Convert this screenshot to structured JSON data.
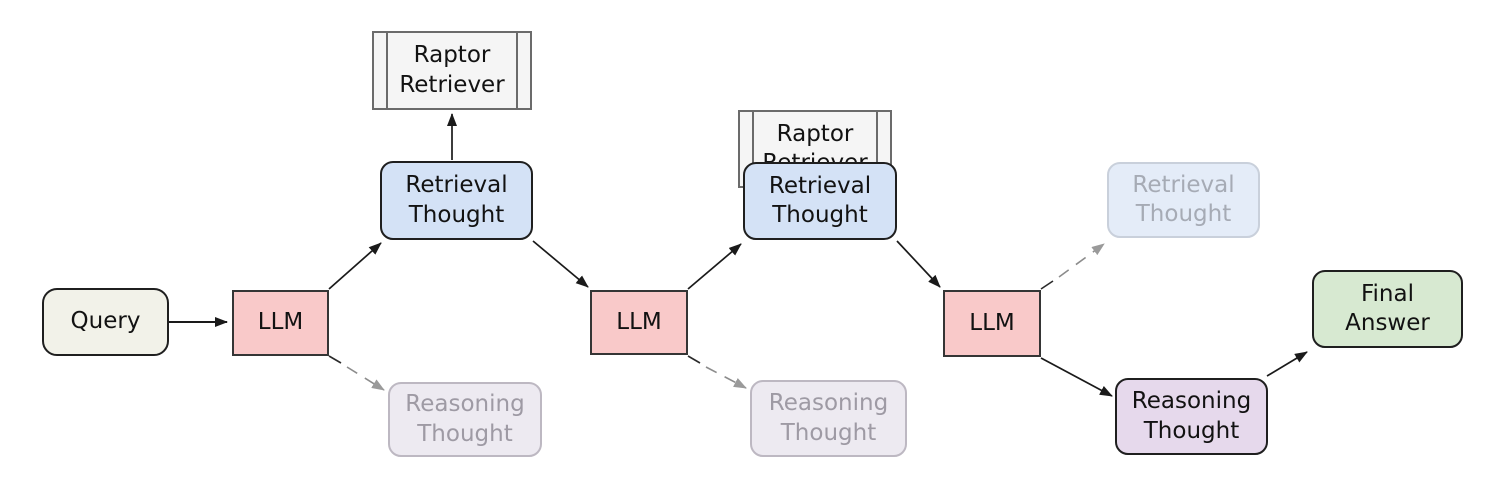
{
  "nodes": {
    "query": {
      "label": "Query"
    },
    "llm1": {
      "label": "LLM"
    },
    "llm2": {
      "label": "LLM"
    },
    "llm3": {
      "label": "LLM"
    },
    "raptor1": {
      "label": "Raptor Retriever"
    },
    "raptor2": {
      "label": "Raptor Retriever"
    },
    "retrieval1": {
      "label": "Retrieval Thought"
    },
    "retrieval2": {
      "label": "Retrieval Thought"
    },
    "retrieval3_faded": {
      "label": "Retrieval Thought"
    },
    "reasoning1_faded": {
      "label": "Reasoning Thought"
    },
    "reasoning2_faded": {
      "label": "Reasoning Thought"
    },
    "reasoning3": {
      "label": "Reasoning Thought"
    },
    "final_answer": {
      "label": "Final Answer"
    }
  },
  "colors": {
    "query_fill": "#f2f2e9",
    "llm_fill": "#f9c9c9",
    "retrieval_fill": "#d4e2f6",
    "retrieval_faded_fill": "#e4ecf8",
    "retrieval_faded_text": "#a6abb5",
    "raptor_fill": "#f5f5f5",
    "reasoning_faded_fill": "#edeaf1",
    "reasoning_faded_text": "#9e9aa4",
    "reasoning_fill": "#e6d9ec",
    "final_fill": "#d7e9d1",
    "node_text": "#121212",
    "solid_edge": "#1a1a1a",
    "dashed_edge": "#8c8c8c"
  }
}
